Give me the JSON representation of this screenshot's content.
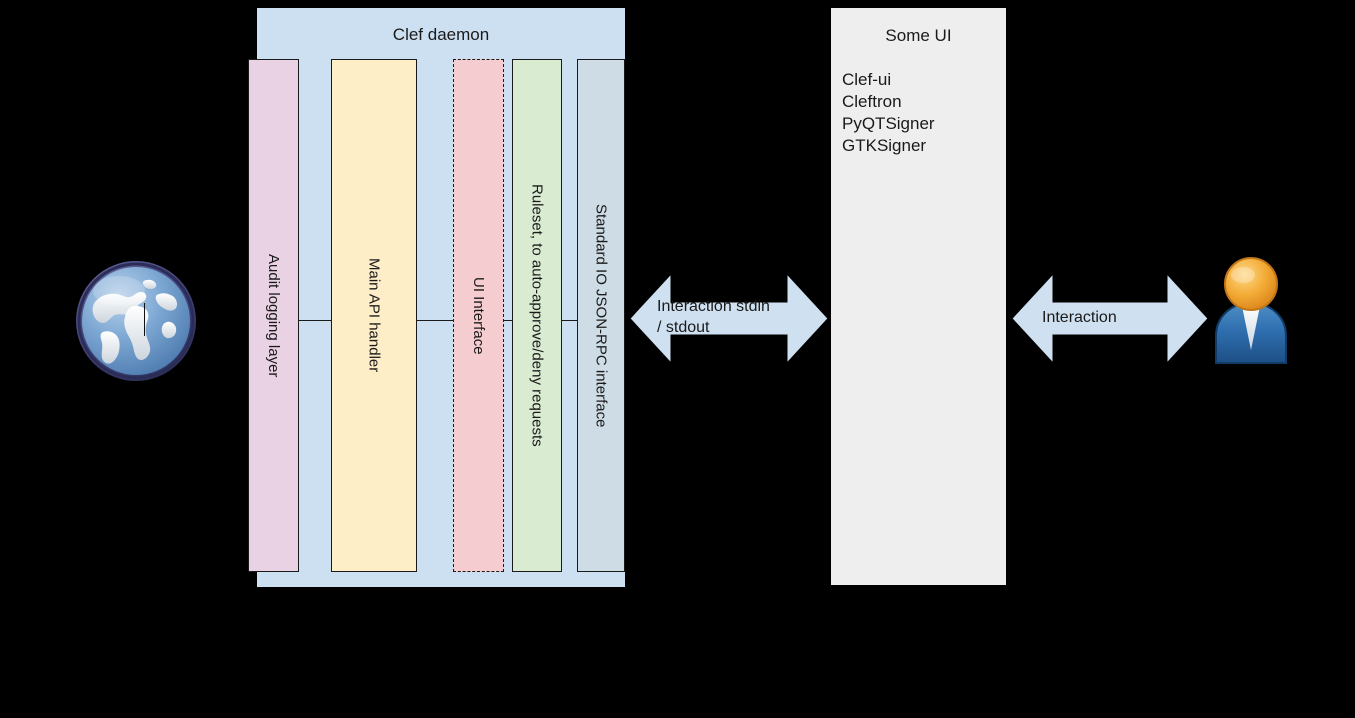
{
  "diagram": {
    "title": "Clef architecture diagram",
    "background_color": "#000000"
  },
  "clef_daemon": {
    "title": "Clef daemon",
    "panel_color": "#cde0f2",
    "layers": [
      {
        "id": "audit-logging-layer",
        "label": "Audit logging layer",
        "color": "#e9d2e3",
        "border": "solid"
      },
      {
        "id": "main-api-handler",
        "label": "Main API handler",
        "color": "#fdeec8",
        "border": "solid"
      },
      {
        "id": "ui-interface",
        "label": "UI Interface",
        "color": "#f5cdd1",
        "border": "dashed"
      },
      {
        "id": "ruleset",
        "label": "Ruleset, to auto-approve/deny requests",
        "color": "#d9ebd1",
        "border": "solid"
      },
      {
        "id": "standard-io-jsonrpc",
        "label": "Standard IO JSON-RPC interface",
        "color": "#cedce5",
        "border": "solid"
      }
    ]
  },
  "some_ui": {
    "title": "Some UI",
    "panel_color": "#eeeeee",
    "items": [
      {
        "label": "Clef-ui"
      },
      {
        "label": "Cleftron"
      },
      {
        "label": "PyQTSigner"
      },
      {
        "label": "GTKSigner"
      }
    ]
  },
  "arrows": [
    {
      "id": "stdio-to-ui",
      "label": "Interaction stdin\n/ stdout",
      "color": "#cfe0f0",
      "direction": "both"
    },
    {
      "id": "ui-to-user",
      "label": "Interaction",
      "color": "#cfe0f0",
      "direction": "both"
    }
  ],
  "icons": {
    "globe": {
      "name": "globe-icon",
      "ocean_color": "#6e9fd0",
      "land_color": "#f2f4f6",
      "rim_color": "#3c3e72"
    },
    "user": {
      "name": "user-icon",
      "head_color": "#f0a830",
      "body_color": "#2f6fb0",
      "shirt_color": "#eef2f7"
    }
  }
}
